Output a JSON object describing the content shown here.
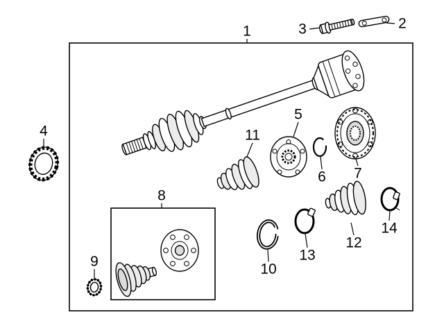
{
  "diagram": {
    "callouts": [
      {
        "number": "1"
      },
      {
        "number": "2"
      },
      {
        "number": "3"
      },
      {
        "number": "4"
      },
      {
        "number": "5"
      },
      {
        "number": "6"
      },
      {
        "number": "7"
      },
      {
        "number": "8"
      },
      {
        "number": "9"
      },
      {
        "number": "10"
      },
      {
        "number": "11"
      },
      {
        "number": "12"
      },
      {
        "number": "13"
      },
      {
        "number": "14"
      }
    ]
  },
  "colors": {
    "line": "#000000",
    "background": "#ffffff",
    "shade": "#ececec"
  }
}
